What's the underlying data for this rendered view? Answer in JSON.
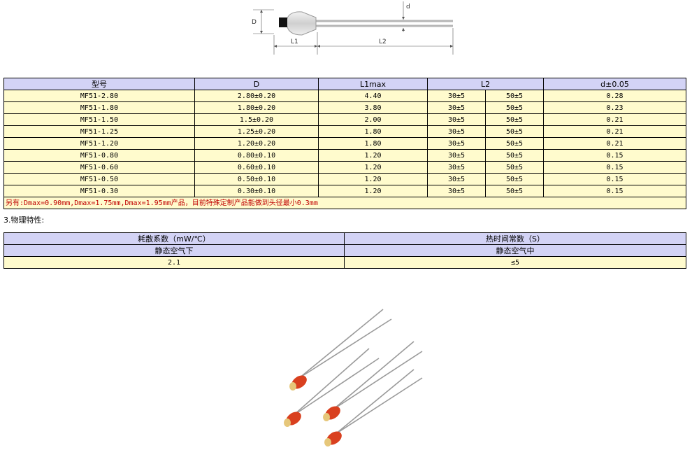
{
  "diagram": {
    "labels": {
      "D": "D",
      "d": "d",
      "L1": "L1",
      "L2": "L2"
    }
  },
  "spec_table": {
    "headers": {
      "model": "型号",
      "D": "D",
      "L1max": "L1max",
      "L2": "L2",
      "d": "d±0.05"
    },
    "rows": [
      {
        "model": "MF51-2.80",
        "D": "2.80±0.20",
        "L1max": "4.40",
        "L2a": "30±5",
        "L2b": "50±5",
        "d": "0.28"
      },
      {
        "model": "MF51-1.80",
        "D": "1.80±0.20",
        "L1max": "3.80",
        "L2a": "30±5",
        "L2b": "50±5",
        "d": "0.23"
      },
      {
        "model": "MF51-1.50",
        "D": "1.5±0.20",
        "L1max": "2.00",
        "L2a": "30±5",
        "L2b": "50±5",
        "d": "0.21"
      },
      {
        "model": "MF51-1.25",
        "D": "1.25±0.20",
        "L1max": "1.80",
        "L2a": "30±5",
        "L2b": "50±5",
        "d": "0.21"
      },
      {
        "model": "MF51-1.20",
        "D": "1.20±0.20",
        "L1max": "1.80",
        "L2a": "30±5",
        "L2b": "50±5",
        "d": "0.21"
      },
      {
        "model": "MF51-0.80",
        "D": "0.80±0.10",
        "L1max": "1.20",
        "L2a": "30±5",
        "L2b": "50±5",
        "d": "0.15"
      },
      {
        "model": "MF51-0.60",
        "D": "0.60±0.10",
        "L1max": "1.20",
        "L2a": "30±5",
        "L2b": "50±5",
        "d": "0.15"
      },
      {
        "model": "MF51-0.50",
        "D": "0.50±0.10",
        "L1max": "1.20",
        "L2a": "30±5",
        "L2b": "50±5",
        "d": "0.15"
      },
      {
        "model": "MF51-0.30",
        "D": "0.30±0.10",
        "L1max": "1.20",
        "L2a": "30±5",
        "L2b": "50±5",
        "d": "0.15"
      }
    ],
    "note": "另有:Dmax=0.90mm,Dmax=1.75mm,Dmax=1.95mm产品，目前特殊定制产品能做到头径最小0.3mm"
  },
  "section_title": "3.物理特性:",
  "phys_table": {
    "col1_header": "耗散系数（mW/℃）",
    "col2_header": "热时间常数（S）",
    "col1_sub": "静态空气下",
    "col2_sub": "静态空气中",
    "col1_value": "2.1",
    "col2_value": "≤5"
  },
  "colors": {
    "header_bg": "#d3d3f5",
    "row_bg": "#fffbcd",
    "note_text": "#c00000",
    "bead": "#d9401f",
    "lead": "#9a9a9a"
  }
}
